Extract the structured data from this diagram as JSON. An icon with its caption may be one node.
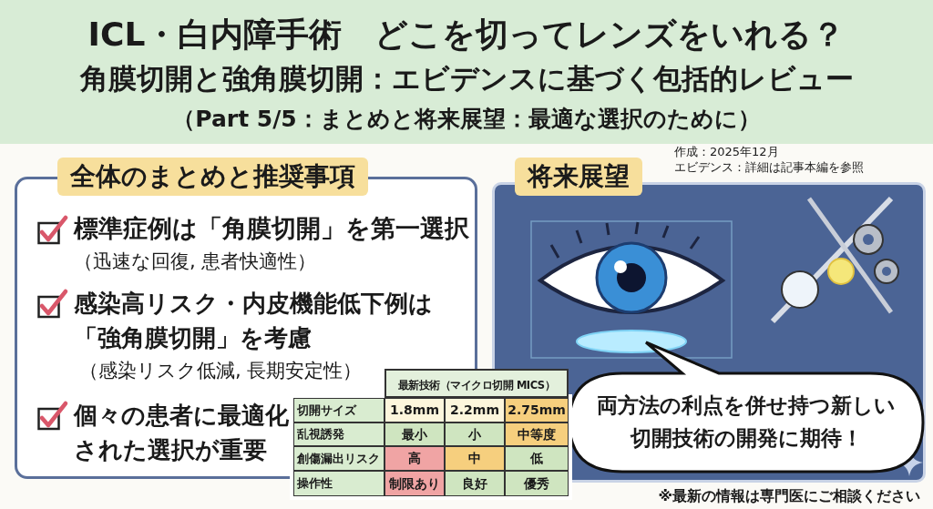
{
  "diagram": {
    "title": "ICL・白内障手術　どこを切ってレンズをいれる？",
    "nodes": [
      {
        "text": [
          "全体のまとめと推奨事項",
          "標準症例は「角膜切開」を第一選択",
          "（迅速な回復, 患者快適性）",
          "感染高リスク・内皮機能低下例は「強角膜切開」を考慮",
          "（感染リスク低減, 長期安定性）",
          "個々の患者に最適化された選択が重要"
        ]
      },
      {
        "text": [
          "将来展望"
        ]
      },
      {
        "text": [
          "両方法の利点を併せ持つ新しい切開技術の開発に期待！"
        ],
        "in": 1
      }
    ],
    "edges": [],
    "labels": [
      "角膜切開と強角膜切開：エビデンスに基づく包括的レビュー",
      "（Part 5/5：まとめと将来展望：最適な選択のために）",
      "作成：2025年12月",
      "エビデンス：詳細は記事本編を参照",
      "最新技術（マイクロ切開 MICS）",
      "切開サイズ",
      "1.8mm",
      "2.2mm",
      "2.75mm",
      "乱視誘発",
      "最小",
      "小",
      "中等度",
      "創傷漏出リスク",
      "高",
      "中",
      "低",
      "操作性",
      "制限あり",
      "良好",
      "優秀",
      "※最新の情報は専門医にご相談ください"
    ]
  }
}
